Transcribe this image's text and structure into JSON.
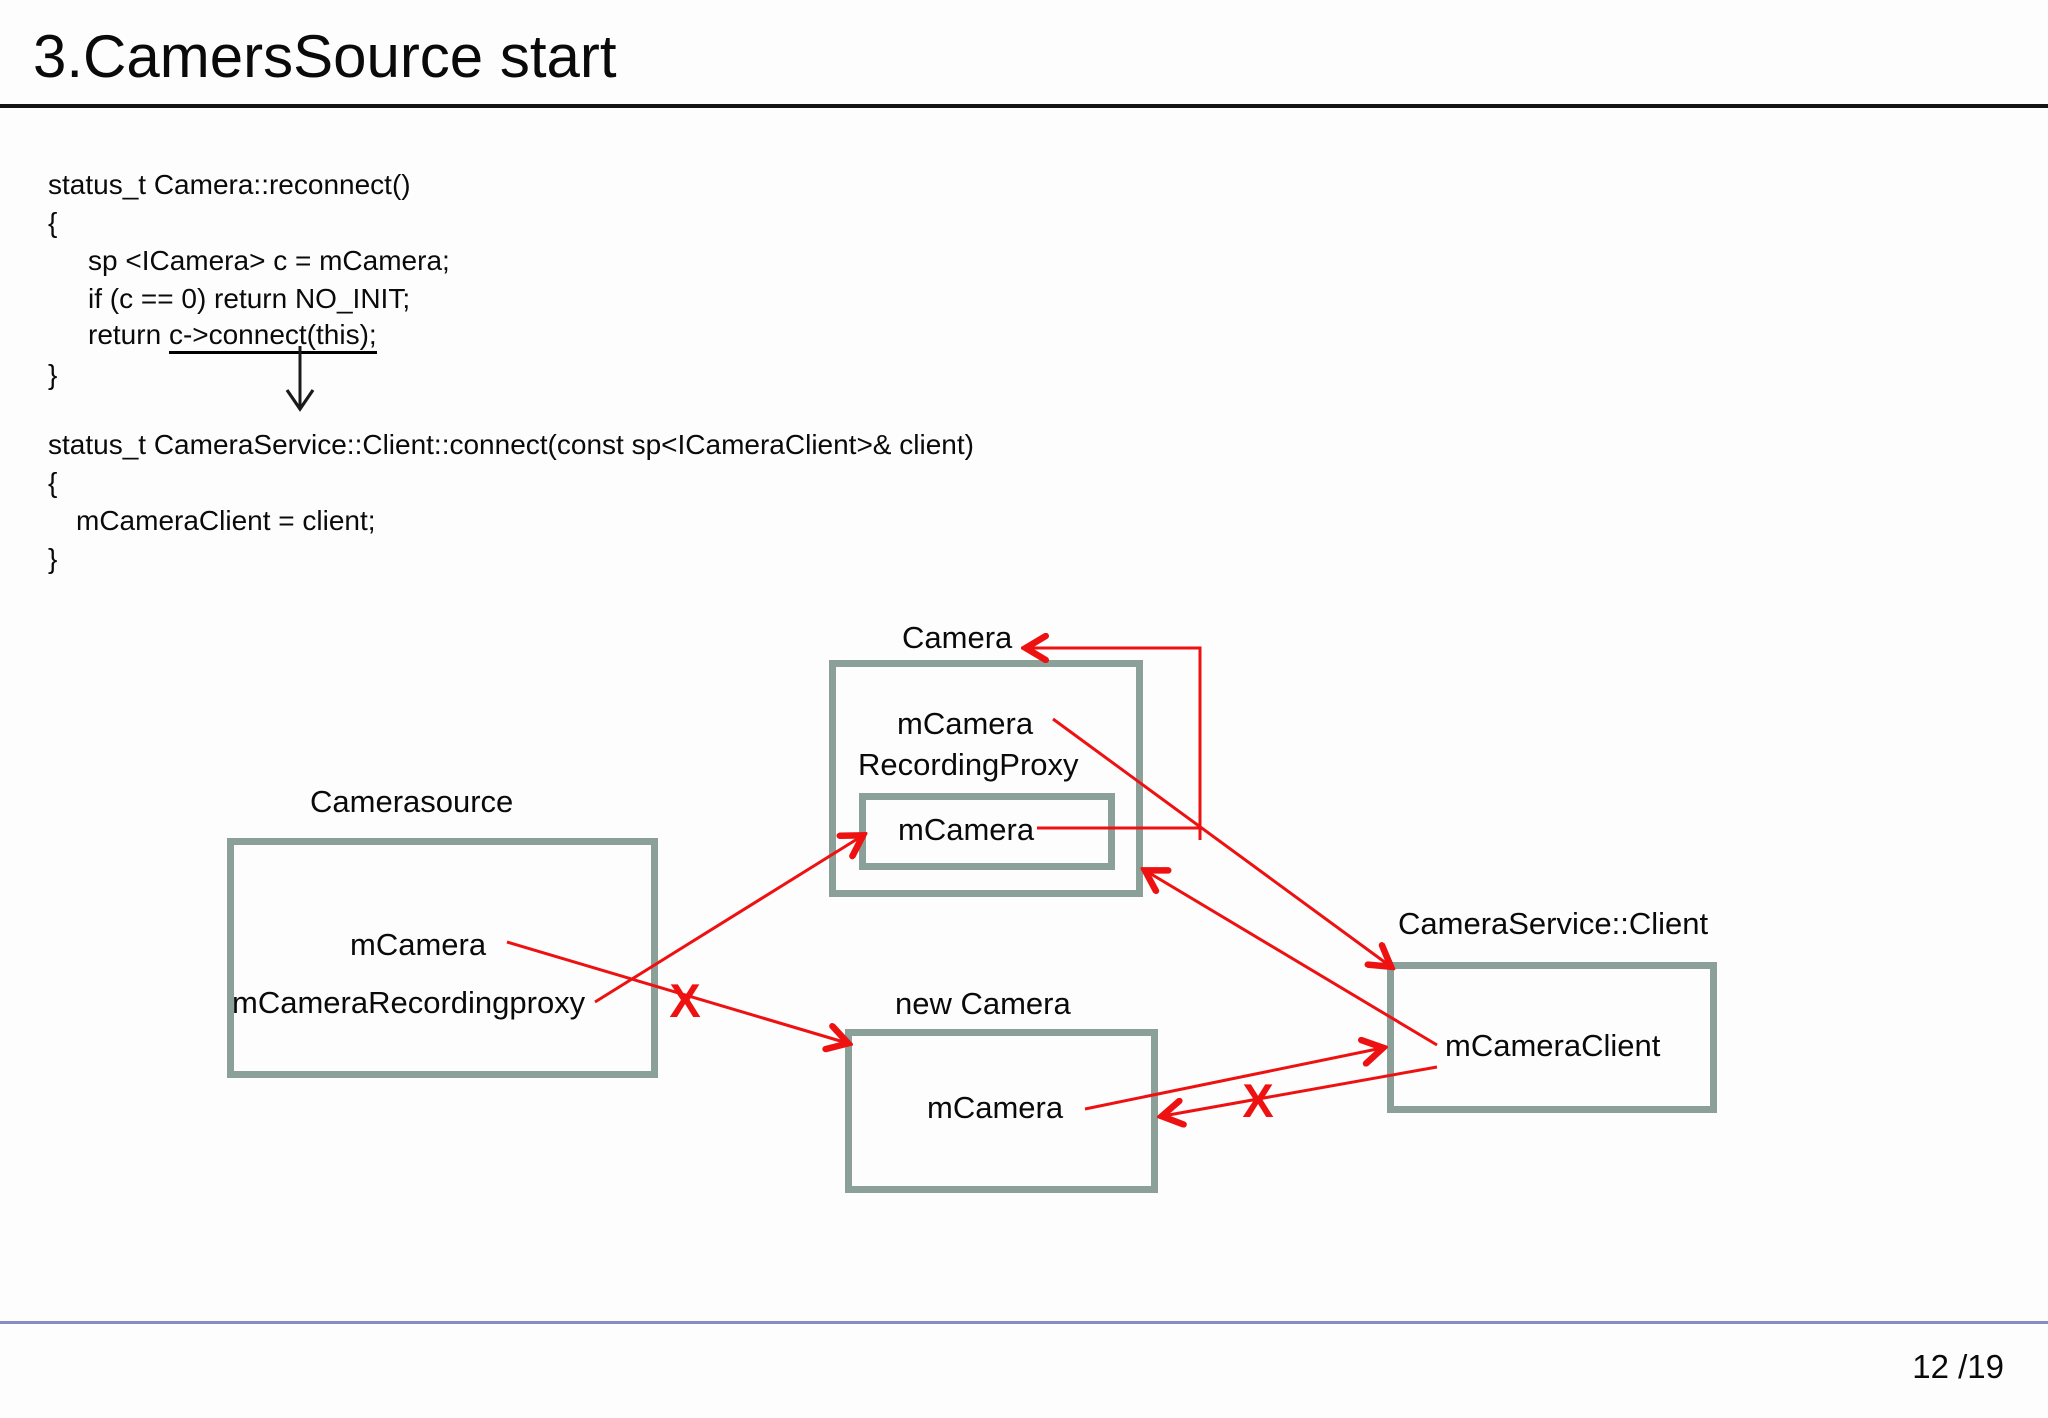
{
  "slide": {
    "title": "3.CamersSource start",
    "page_number": "12 /19"
  },
  "code_block_1": {
    "line1": "status_t Camera::reconnect()",
    "line2": "{",
    "line3": "sp <ICamera> c = mCamera;",
    "line4": "if (c == 0) return NO_INIT;",
    "line5_prefix": "return ",
    "line5_underlined": "c->connect(this);",
    "line6": "}"
  },
  "code_block_2": {
    "line1": "status_t CameraService::Client::connect(const sp<ICameraClient>& client)",
    "line2": "{",
    "line3": "mCameraClient = client;",
    "line4": "}"
  },
  "diagram": {
    "camera_box": {
      "label": "Camera",
      "field1": "mCamera",
      "field2": "RecordingProxy",
      "inner_field": "mCamera"
    },
    "camerasource_box": {
      "label": "Camerasource",
      "field1": "mCamera",
      "field2": "mCameraRecordingproxy"
    },
    "new_camera_box": {
      "label": "new Camera",
      "field1": "mCamera"
    },
    "camera_service_client_box": {
      "label": "CameraService::Client",
      "field1": "mCameraClient"
    },
    "x_mark": "X"
  },
  "colors": {
    "arrow_red": "#ee1111",
    "box_border": "#8ca09a",
    "footer_line": "#8a8ac6"
  }
}
